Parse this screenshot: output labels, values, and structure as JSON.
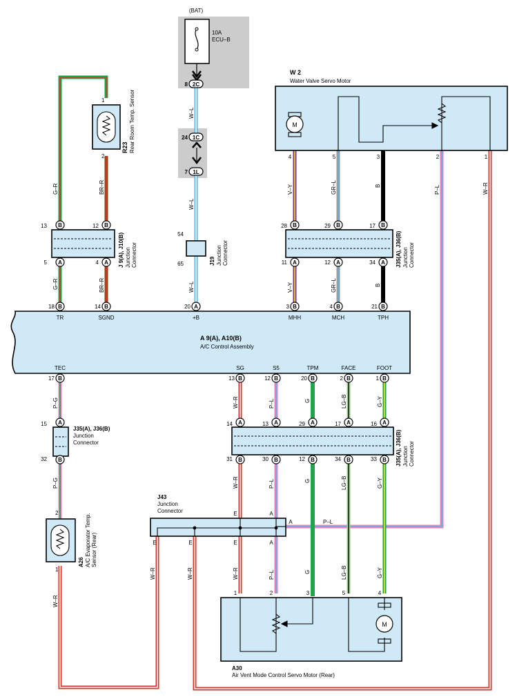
{
  "battery": {
    "label": "(BAT)",
    "fuse_rating": "10A",
    "fuse_name": "ECU–B",
    "pin_8": "8",
    "pin_2c": "2C",
    "pin_24": "24",
    "pin_1c": "1C",
    "pin_7": "7",
    "pin_1l": "1L"
  },
  "w2": {
    "id": "W 2",
    "name": "Water Valve Servo Motor",
    "motor": "M",
    "pins": [
      "4",
      "5",
      "3",
      "2",
      "1"
    ]
  },
  "r23": {
    "id": "R23",
    "name": "Rear Room Temp. Sensor",
    "pin_top": "1",
    "pin_bottom": "2"
  },
  "j19": {
    "id": "J19",
    "name1": "Junction",
    "name2": "Connector",
    "pin_top": "54",
    "pin_bottom": "65"
  },
  "j9": {
    "id": "J 9(A), J10(B)",
    "name1": "Junction",
    "name2": "Connector",
    "top_pins": [
      "13",
      "12"
    ],
    "bottom_pins": [
      "5",
      "4"
    ]
  },
  "j35_top": {
    "id": "J35(A), J36(B)",
    "name1": "Junction",
    "name2": "Connector",
    "top_pins": [
      "28",
      "29",
      "17"
    ],
    "bottom_pins": [
      "11",
      "12",
      "34"
    ]
  },
  "ecu": {
    "id": "A 9(A), A10(B)",
    "name": "A/C Control Assembly",
    "top_pin_nums": [
      "18",
      "14",
      "20",
      "3",
      "4",
      "21"
    ],
    "top_terminals": [
      "TR",
      "SGND",
      "+B",
      "MHH",
      "MCH",
      "TPH"
    ],
    "bottom_pin_nums": [
      "17",
      "13",
      "12",
      "20",
      "2",
      "1"
    ],
    "bottom_terminals": [
      "TEC",
      "SG",
      "S5",
      "TPM",
      "FACE",
      "FOOT"
    ]
  },
  "j35_mid": {
    "id": "J35(A), J36(B)",
    "name1": "Junction",
    "name2": "Connector",
    "top_pins": [
      "14",
      "13",
      "29",
      "17",
      "16"
    ],
    "bottom_pins": [
      "31",
      "30",
      "12",
      "34",
      "33"
    ]
  },
  "j35_left": {
    "id": "J35(A), J36(B)",
    "name1": "Junction",
    "name2": "Connector",
    "pin_top": "15",
    "pin_bottom": "32"
  },
  "j43": {
    "id": "J43",
    "name1": "Junction",
    "name2": "Connector",
    "terminal_e": "E",
    "terminal_a": "A"
  },
  "a26": {
    "id": "A26",
    "name1": "A/C Evaporator Temp.",
    "name2": "Sensor (Rear)",
    "pin_top": "2",
    "pin_bottom": "1"
  },
  "a30": {
    "id": "A30",
    "name": "Air Vent Mode Control Servo Motor (Rear)",
    "motor": "M",
    "pins": [
      "1",
      "2",
      "3",
      "5",
      "4"
    ]
  },
  "wires": {
    "g_r": "G–R",
    "br_r": "BR–R",
    "w_l": "W–L",
    "v_y": "V–Y",
    "gr_l": "GR–L",
    "b": "B",
    "p_l": "P–L",
    "w_r": "W–R",
    "p_g": "P–G",
    "g": "G",
    "lg_b": "LG–B",
    "g_y": "G–Y"
  },
  "colors": {
    "box_fill": "#cfe9f7",
    "panel_gray": "#cccccc",
    "wire_green": "#1aa84a",
    "wire_red": "#d9342b",
    "wire_blue": "#5ab4e8",
    "wire_pink": "#f07fb8",
    "wire_purple": "#7a2f9c",
    "wire_yellow": "#f2e11a",
    "wire_brown": "#8b4513",
    "wire_gray": "#9a9a9a"
  }
}
